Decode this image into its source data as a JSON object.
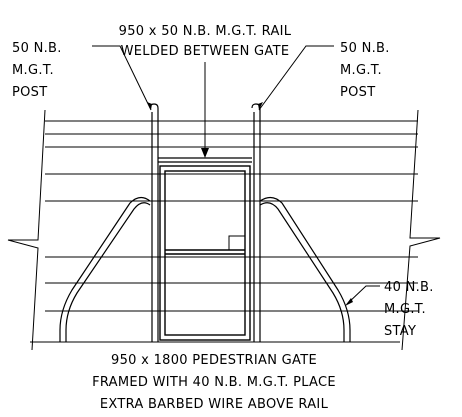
{
  "labels": {
    "top_rail_line1": "950 x 50 N.B. M.G.T. RAIL",
    "top_rail_line2": "WELDED BETWEEN GATE",
    "left_post_line1": "50 N.B.",
    "left_post_line2": "M.G.T.",
    "left_post_line3": "POST",
    "right_post_line1": "50 N.B.",
    "right_post_line2": "M.G.T.",
    "right_post_line3": "POST",
    "stay_line1": "40 N.B.",
    "stay_line2": "M.G.T.",
    "stay_line3": "STAY",
    "bottom_line1": "950 x 1800 PEDESTRIAN GATE",
    "bottom_line2": "FRAMED WITH 40 N.B. M.G.T. PLACE",
    "bottom_line3": "EXTRA BARBED WIRE ABOVE RAIL"
  }
}
